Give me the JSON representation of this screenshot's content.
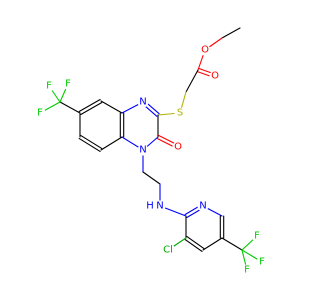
{
  "molecule": {
    "colors": {
      "C": "#000000",
      "N": "#0000ff",
      "O": "#ff0000",
      "S": "#b2b200",
      "F": "#00cc00",
      "Cl": "#00aa00"
    },
    "labels": {
      "o_ether": "O",
      "o_ester_carbonyl": "O",
      "s_thioether": "S",
      "n_ring_upper": "N",
      "n_ring_lower": "N",
      "o_lactam": "O",
      "nh_amine": "N",
      "h_amine": "H",
      "n_pyridine": "N",
      "cl": "Cl",
      "f_left_1": "F",
      "f_left_2": "F",
      "f_left_3": "F",
      "f_right_1": "F",
      "f_right_2": "F",
      "f_right_3": "F"
    }
  }
}
